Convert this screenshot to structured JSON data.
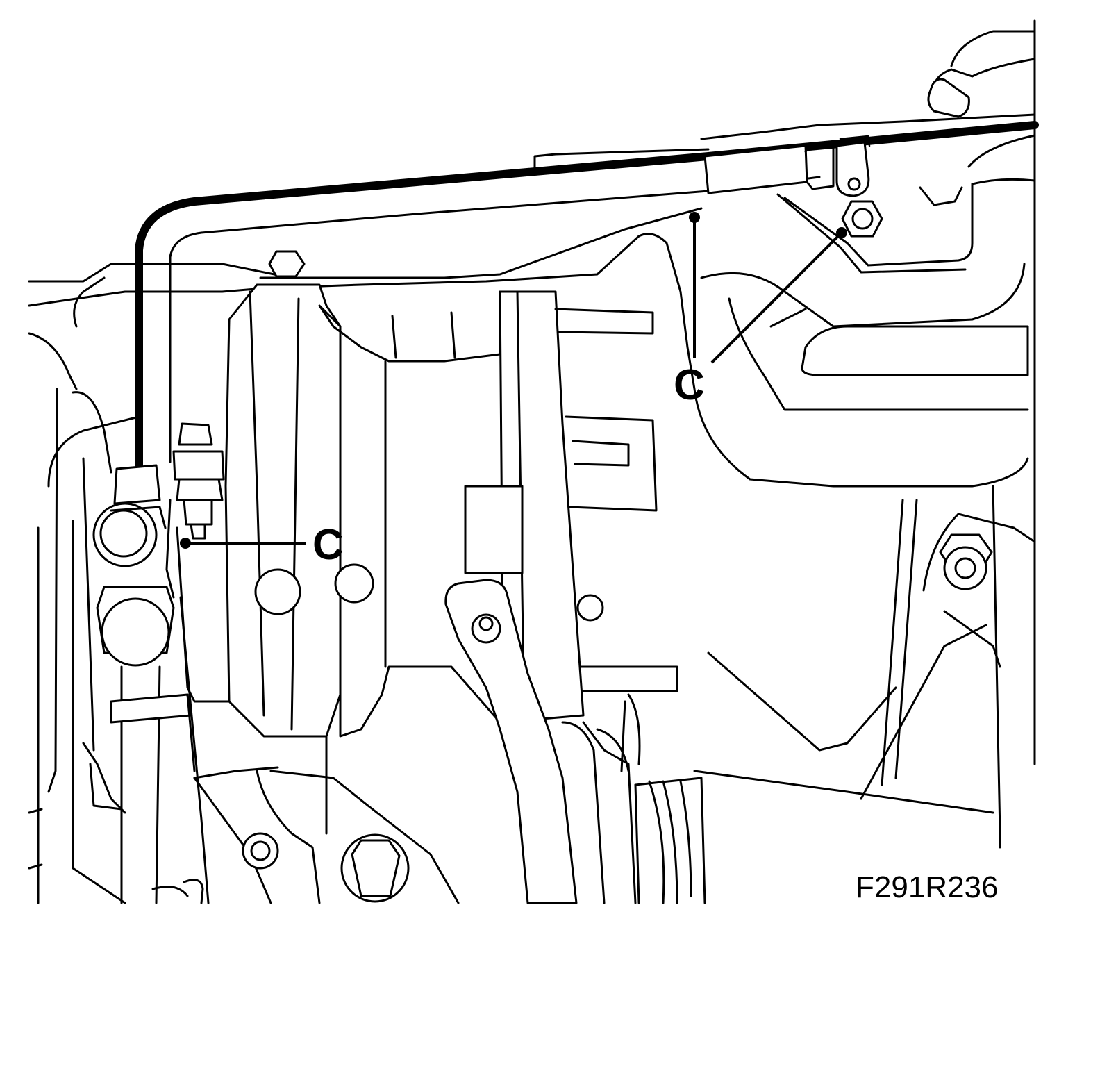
{
  "diagram": {
    "callouts": [
      {
        "id": "c1",
        "label": "C"
      },
      {
        "id": "c2",
        "label": "C"
      }
    ],
    "figure_code": "F291R236"
  }
}
